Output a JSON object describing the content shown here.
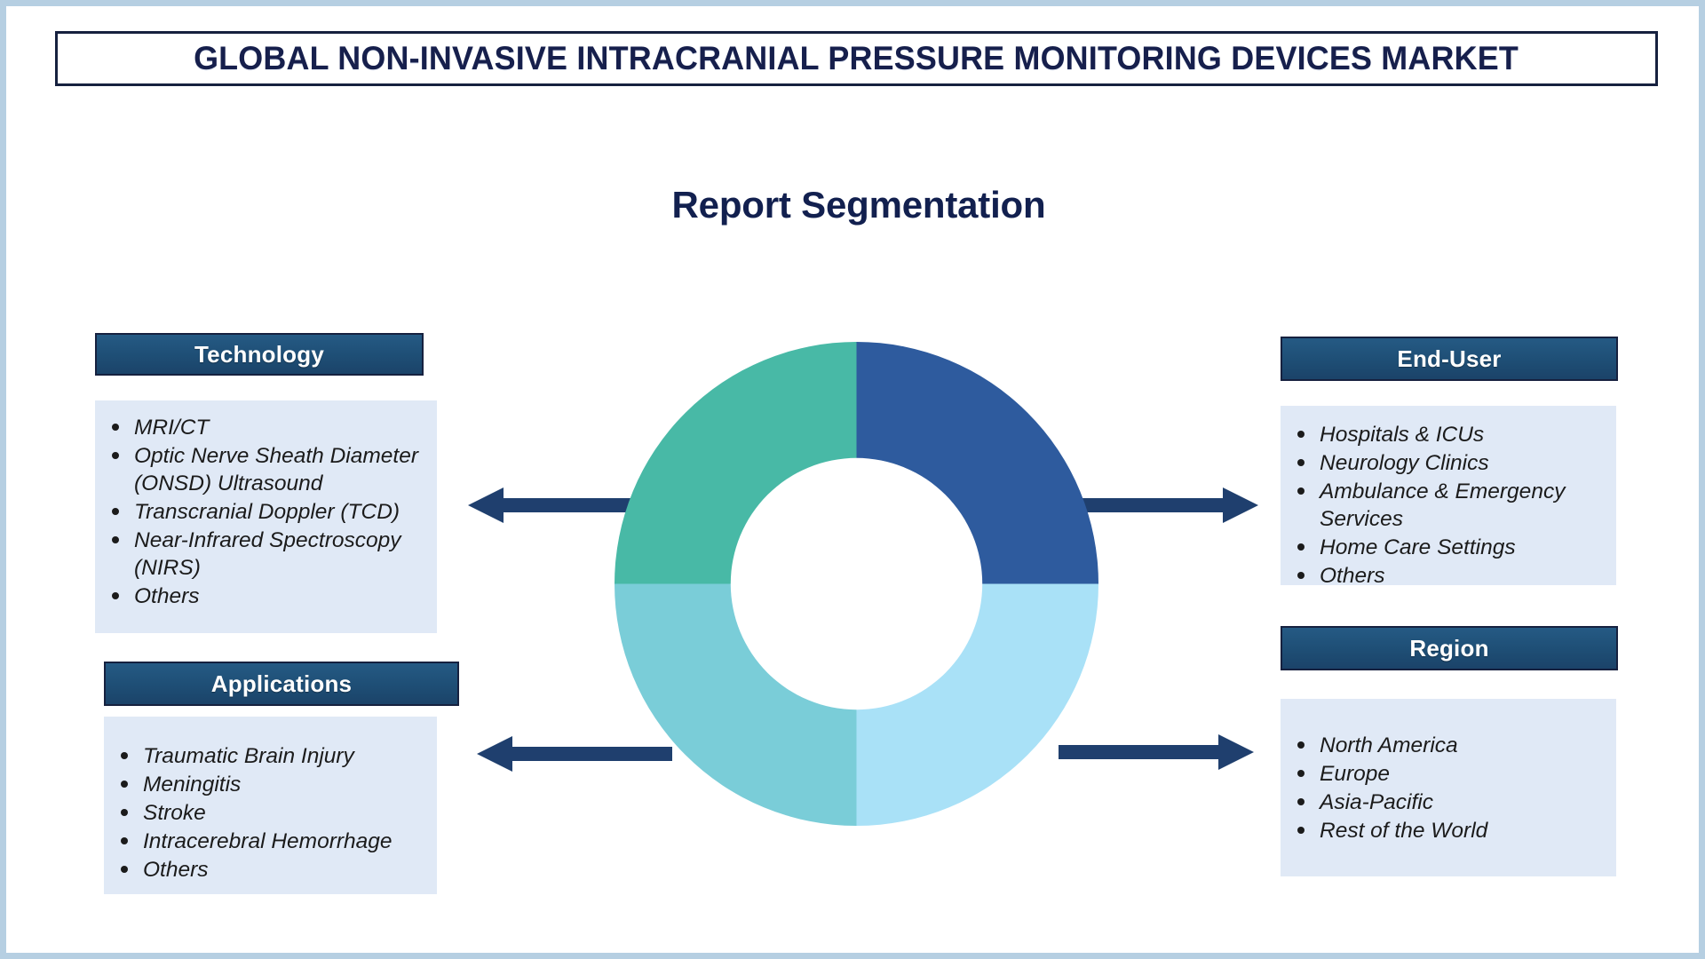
{
  "report": {
    "title": "GLOBAL NON-INVASIVE INTRACRANIAL PRESSURE MONITORING DEVICES MARKET",
    "section_heading": "Report Segmentation"
  },
  "colors": {
    "title_text": "#161f4c",
    "header_bar": "#1e4e75",
    "header_border": "#16213f",
    "body_bg": "#e0e9f6",
    "arrow": "#1f3f6e",
    "page_border": "#b6cfe2",
    "donut_top_right": "#2e5b9e",
    "donut_bottom_right": "#a9e1f7",
    "donut_bottom_left": "#7acdd8",
    "donut_top_left": "#48b9a6"
  },
  "segments": {
    "technology": {
      "label": "Technology",
      "items": [
        "MRI/CT",
        "Optic Nerve Sheath Diameter (ONSD) Ultrasound",
        "Transcranial Doppler (TCD)",
        "Near-Infrared Spectroscopy (NIRS)",
        "Others"
      ]
    },
    "applications": {
      "label": "Applications",
      "items": [
        "Traumatic Brain Injury",
        "Meningitis",
        "Stroke",
        "Intracerebral Hemorrhage",
        "Others"
      ]
    },
    "end_user": {
      "label": "End-User",
      "items": [
        "Hospitals & ICUs",
        "Neurology Clinics",
        "Ambulance & Emergency Services",
        "Home Care Settings",
        "Others"
      ]
    },
    "region": {
      "label": "Region",
      "items": [
        "North America",
        "Europe",
        "Asia-Pacific",
        "Rest of the World"
      ]
    }
  },
  "chart_data": {
    "type": "pie",
    "title": "Report Segmentation",
    "subtype": "donut",
    "categories": [
      "End-User",
      "Region",
      "Applications",
      "Technology"
    ],
    "values": [
      25,
      25,
      25,
      25
    ],
    "colors": [
      "#2e5b9e",
      "#a9e1f7",
      "#7acdd8",
      "#48b9a6"
    ],
    "legend": "none",
    "labels_shown": false,
    "inner_radius_ratio": 0.52,
    "start_angle_deg": 0,
    "notes": "Four equal quadrants; top-right dark blue, bottom-right light blue, bottom-left teal, top-left green-teal"
  },
  "connectors": [
    {
      "name": "technology-connector",
      "direction": "left",
      "target": "Technology"
    },
    {
      "name": "applications-connector",
      "direction": "left",
      "target": "Applications"
    },
    {
      "name": "end-user-connector",
      "direction": "right",
      "target": "End-User"
    },
    {
      "name": "region-connector",
      "direction": "right",
      "target": "Region"
    }
  ]
}
